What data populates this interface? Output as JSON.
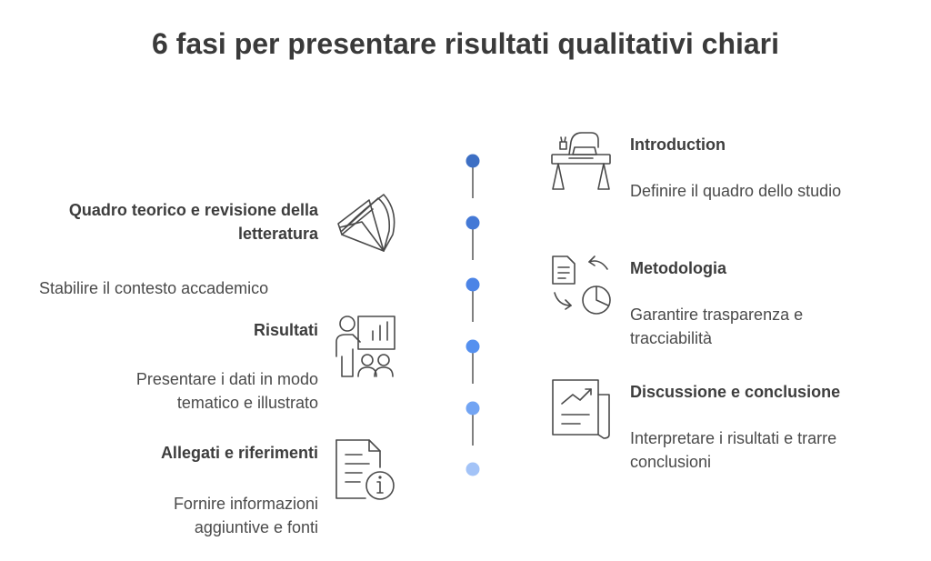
{
  "title": "6 fasi per presentare risultati qualitativi chiari",
  "steps": [
    {
      "heading": "Introduction",
      "description": "Definire il quadro dello studio",
      "icon": "desk-icon",
      "side": "right"
    },
    {
      "heading": "Quadro teorico e revisione della letteratura",
      "description": "Stabilire il contesto accademico",
      "icon": "papers-icon",
      "side": "left"
    },
    {
      "heading": "Metodologia",
      "description": "Garantire trasparenza e tracciabilità",
      "icon": "document-cycle-icon",
      "side": "right"
    },
    {
      "heading": "Risultati",
      "description": "Presentare i dati in modo tematico e illustrato",
      "icon": "presentation-icon",
      "side": "left"
    },
    {
      "heading": "Discussione e conclusione",
      "description": "Interpretare i risultati e trarre conclusioni",
      "icon": "report-chart-icon",
      "side": "right"
    },
    {
      "heading": "Allegati e riferimenti",
      "description": "Fornire informazioni aggiuntive e fonti",
      "icon": "info-document-icon",
      "side": "left"
    }
  ],
  "colors": {
    "dots": [
      "#3d6fc4",
      "#4479d6",
      "#4c84e6",
      "#5590ef",
      "#72a4f3",
      "#a3c3f7"
    ],
    "line": "#555555",
    "icon_stroke": "#4a4a4a"
  }
}
